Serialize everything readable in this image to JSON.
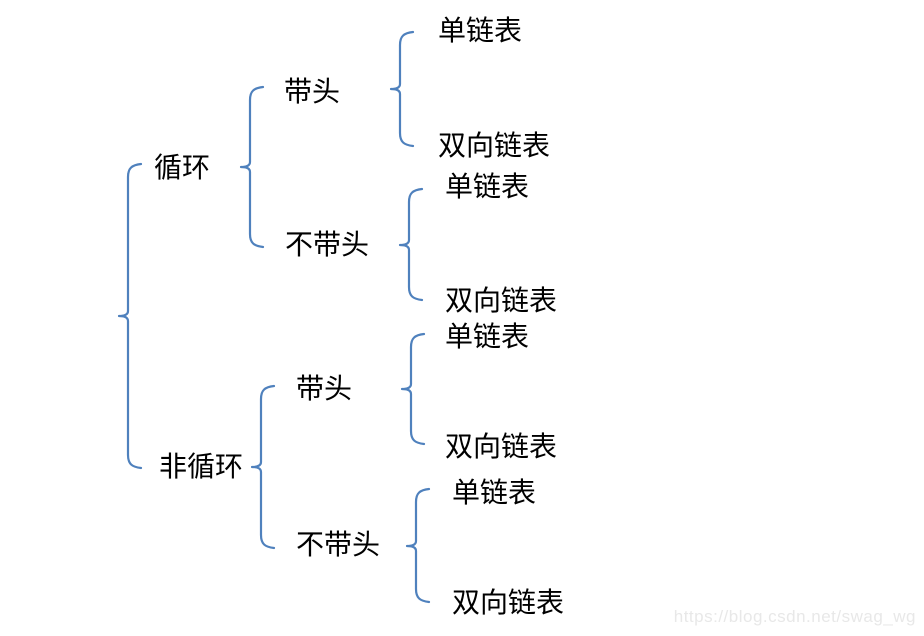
{
  "diagram": {
    "title": "linked-list-classification-tree",
    "tree": {
      "children": [
        {
          "label": "循环",
          "children": [
            {
              "label": "带头",
              "children": [
                {
                  "label": "单链表"
                },
                {
                  "label": "双向链表"
                }
              ]
            },
            {
              "label": "不带头",
              "children": [
                {
                  "label": "单链表"
                },
                {
                  "label": "双向链表"
                }
              ]
            }
          ]
        },
        {
          "label": "非循环",
          "children": [
            {
              "label": "带头",
              "children": [
                {
                  "label": "单链表"
                },
                {
                  "label": "双向链表"
                }
              ]
            },
            {
              "label": "不带头",
              "children": [
                {
                  "label": "单链表"
                },
                {
                  "label": "双向链表"
                }
              ]
            }
          ]
        }
      ]
    },
    "colors": {
      "brace": "#4f81bd",
      "text": "#000000",
      "watermark": "#e8e8e8",
      "background": "#ffffff"
    },
    "watermark": "https://blog.csdn.net/swag_wg"
  }
}
